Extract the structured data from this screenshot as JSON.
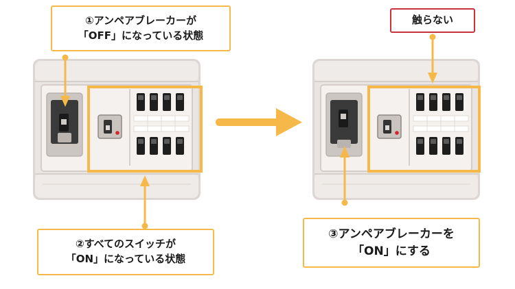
{
  "labels": {
    "step1": {
      "line1": "①アンペアブレーカーが",
      "line2": "「OFF」になっている状態"
    },
    "step2": {
      "line1": "②すべてのスイッチが",
      "line2": "「ON」になっている状態"
    },
    "step3": {
      "line1": "③アンペアブレーカーを",
      "line2": "「ON」にする"
    },
    "dont_touch": "触らない"
  },
  "colors": {
    "highlight": "#f7b84a",
    "warning": "#c8333b",
    "panel_body": "#e9e5e2",
    "switch_dark": "#1e1e1e"
  },
  "icons": {
    "arrow": "right-arrow-icon"
  }
}
